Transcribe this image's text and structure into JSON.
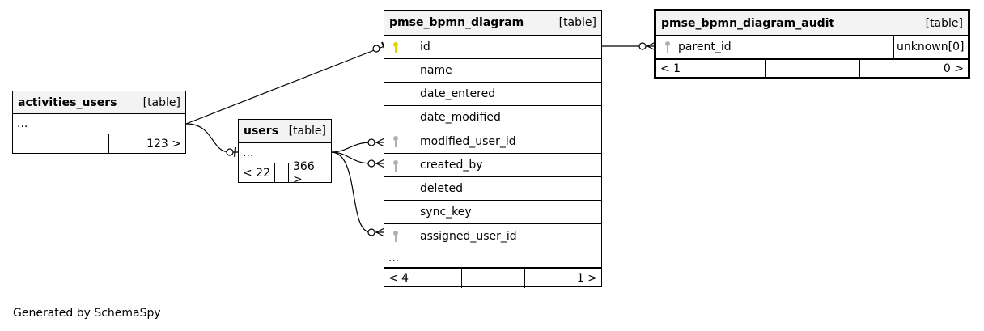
{
  "tables": {
    "activities_users": {
      "name": "activities_users",
      "type": "[table]",
      "more": "...",
      "footer": [
        "",
        "",
        "123 >"
      ]
    },
    "users": {
      "name": "users",
      "type": "[table]",
      "more": "...",
      "footer": [
        "< 22",
        "",
        "366 >"
      ]
    },
    "pmse_bpmn_diagram": {
      "name": "pmse_bpmn_diagram",
      "type": "[table]",
      "columns": [
        {
          "name": "id",
          "key": "primary"
        },
        {
          "name": "name",
          "key": "none"
        },
        {
          "name": "date_entered",
          "key": "none"
        },
        {
          "name": "date_modified",
          "key": "none"
        },
        {
          "name": "modified_user_id",
          "key": "foreign"
        },
        {
          "name": "created_by",
          "key": "foreign"
        },
        {
          "name": "deleted",
          "key": "none"
        },
        {
          "name": "sync_key",
          "key": "none"
        },
        {
          "name": "assigned_user_id",
          "key": "foreign"
        }
      ],
      "more": "...",
      "footer": [
        "< 4",
        "",
        "1 >"
      ]
    },
    "pmse_bpmn_diagram_audit": {
      "name": "pmse_bpmn_diagram_audit",
      "type": "[table]",
      "column": {
        "name": "parent_id",
        "key": "foreign",
        "type": "unknown[0]"
      },
      "footer": [
        "< 1",
        "",
        "0 >"
      ]
    }
  },
  "colors": {
    "header_bg": "#f3f3f3",
    "primary_key": "#e0d400",
    "foreign_key": "#b0b0b0",
    "line": "#000000"
  },
  "footer_text": "Generated by SchemaSpy"
}
